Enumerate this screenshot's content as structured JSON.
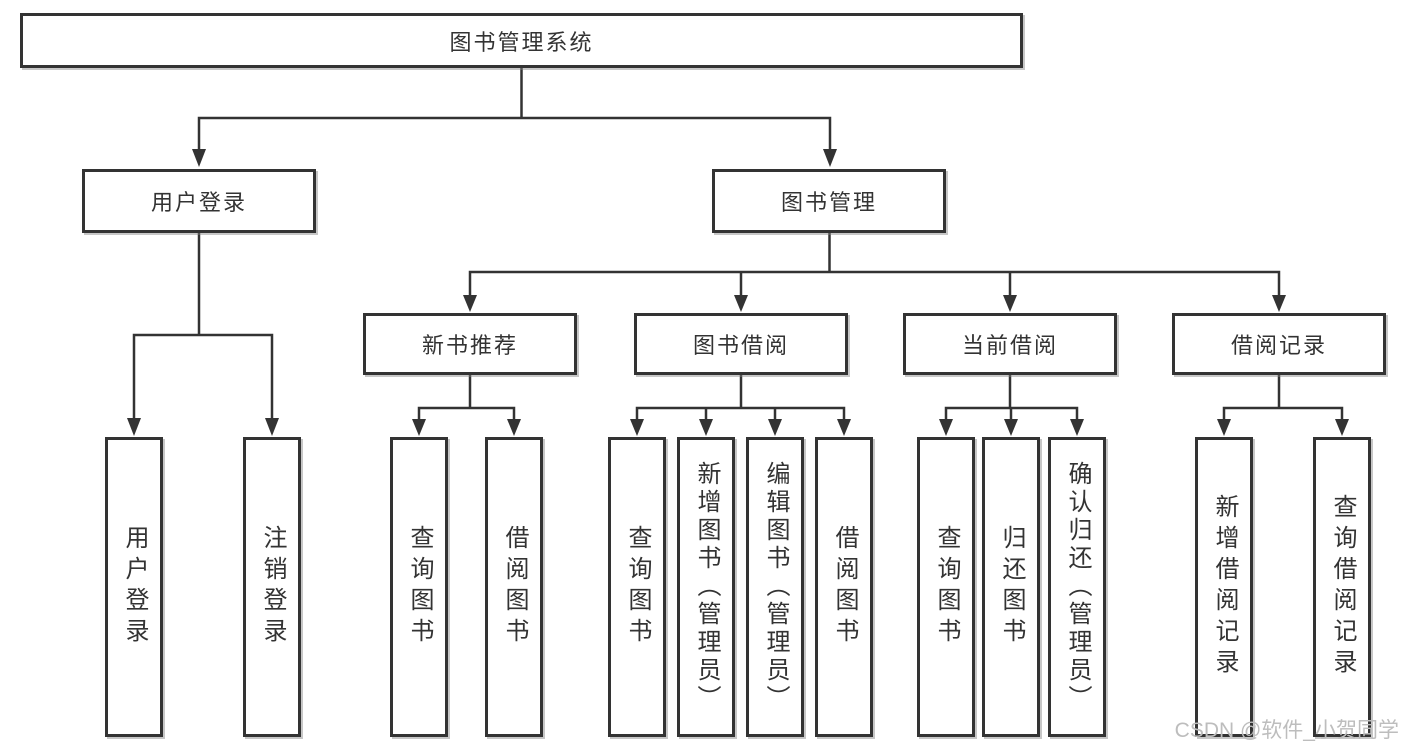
{
  "tree": {
    "root": {
      "label": "图书管理系统"
    },
    "children": [
      {
        "label": "用户登录",
        "children": [
          {
            "label": "用户登录"
          },
          {
            "label": "注销登录"
          }
        ]
      },
      {
        "label": "图书管理",
        "children": [
          {
            "label": "新书推荐",
            "children": [
              {
                "label": "查询图书"
              },
              {
                "label": "借阅图书"
              }
            ]
          },
          {
            "label": "图书借阅",
            "children": [
              {
                "label": "查询图书"
              },
              {
                "label": "新增图书（管理员）"
              },
              {
                "label": "编辑图书（管理员）"
              },
              {
                "label": "借阅图书"
              }
            ]
          },
          {
            "label": "当前借阅",
            "children": [
              {
                "label": "查询图书"
              },
              {
                "label": "归还图书"
              },
              {
                "label": "确认归还（管理员）"
              }
            ]
          },
          {
            "label": "借阅记录",
            "children": [
              {
                "label": "新增借阅记录"
              },
              {
                "label": "查询借阅记录"
              }
            ]
          }
        ]
      }
    ]
  },
  "watermark": {
    "text": "CSDN @软件_小贺同学"
  },
  "colors": {
    "line": "#333333",
    "box_border": "#333333",
    "text": "#333333",
    "background": "#ffffff",
    "watermark": "#bdbdbd"
  }
}
